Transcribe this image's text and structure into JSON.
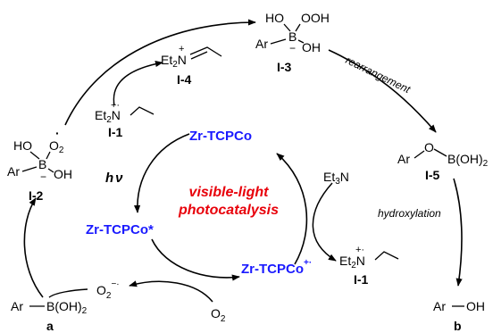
{
  "colors": {
    "catalyst_blue": "#1a1aff",
    "highlight_red": "#e8000a",
    "ink": "#000000"
  },
  "species": {
    "i4": {
      "label": "I-4",
      "left": "Et",
      "sub": "2",
      "right": "N",
      "charge": "+"
    },
    "i3": {
      "label": "I-3",
      "top_left": "HO",
      "top_right": "OOH",
      "boron": "B",
      "aryl": "Ar",
      "right": "OH",
      "charge": "−"
    },
    "i1_top": {
      "label": "I-1",
      "left": "Et",
      "sub": "2",
      "right": "N",
      "charge": "+·"
    },
    "i2": {
      "label": "I-2",
      "top_left": "HO",
      "radical_o": "O",
      "radical_sub": "2",
      "radical_dot": "·",
      "boron": "B",
      "aryl": "Ar",
      "right": "OH",
      "charge": "−"
    },
    "i5": {
      "label": "I-5",
      "aryl": "Ar",
      "oxygen": "O",
      "boron": "B(OH)",
      "sub": "2"
    },
    "i1_bottom": {
      "label": "I-1",
      "left": "Et",
      "sub": "2",
      "right": "N",
      "charge": "+·"
    },
    "a": {
      "label": "a",
      "left": "Ar",
      "right": "B(OH)",
      "sub": "2"
    },
    "b": {
      "label": "b",
      "left": "Ar",
      "right": "OH"
    },
    "superoxide": {
      "o": "O",
      "sub": "2",
      "sup": "−·"
    },
    "oxygen": {
      "o": "O",
      "sub": "2"
    },
    "et3n": {
      "text": "Et",
      "sub": "3",
      "tail": "N"
    }
  },
  "catalyst": {
    "ground": "Zr-TCPCo",
    "excited": "Zr-TCPCo*",
    "oxidized": "Zr-TCPCo",
    "oxidized_charge": "+·"
  },
  "center": {
    "line1": "visible-light",
    "line2": "photocatalysis"
  },
  "annotations": {
    "hv_h": "h",
    "hv_nu": "ν",
    "rearrangement": "rearrangement",
    "hydroxylation": "hydroxylation"
  }
}
